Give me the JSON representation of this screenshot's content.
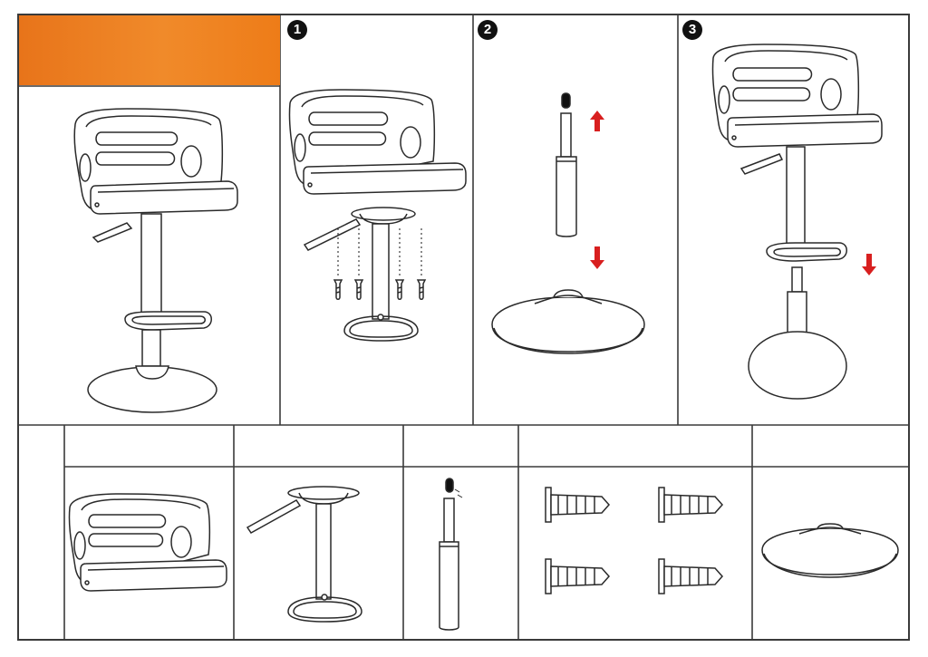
{
  "colors": {
    "line": "#2a2a2a",
    "header_orange": "#ef7d1a",
    "arrow_red": "#d81f1f",
    "badge": "#111111"
  },
  "steps": [
    {
      "number": "1"
    },
    {
      "number": "2"
    },
    {
      "number": "3"
    }
  ]
}
